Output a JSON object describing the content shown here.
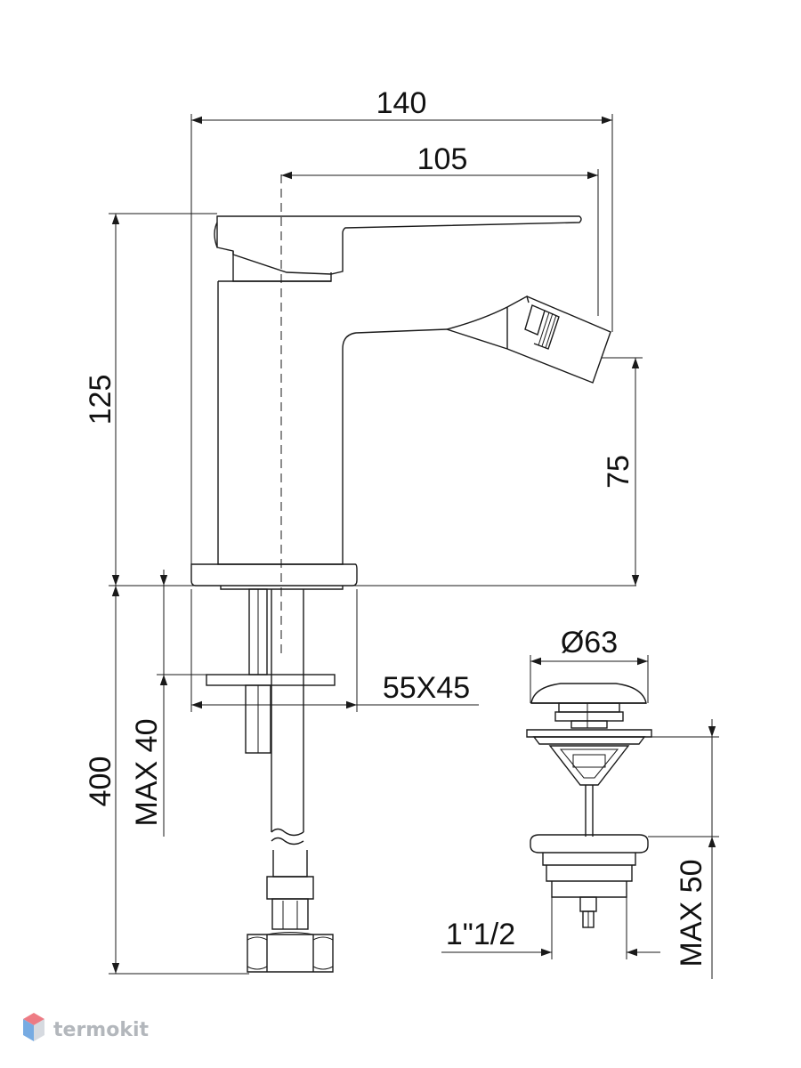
{
  "dimensions": {
    "total_width": "140",
    "spout_reach": "105",
    "height": "125",
    "outlet_height": "75",
    "hose_length": "400",
    "max_deck": "MAX 40",
    "washer_size": "55X45",
    "waste_diameter": "Ø63",
    "waste_thread": "1\"1/2",
    "waste_max": "MAX 50"
  },
  "watermark": {
    "text": "termokit",
    "colors": [
      "#e8505b",
      "#4a90d9",
      "#c9ced6"
    ]
  }
}
